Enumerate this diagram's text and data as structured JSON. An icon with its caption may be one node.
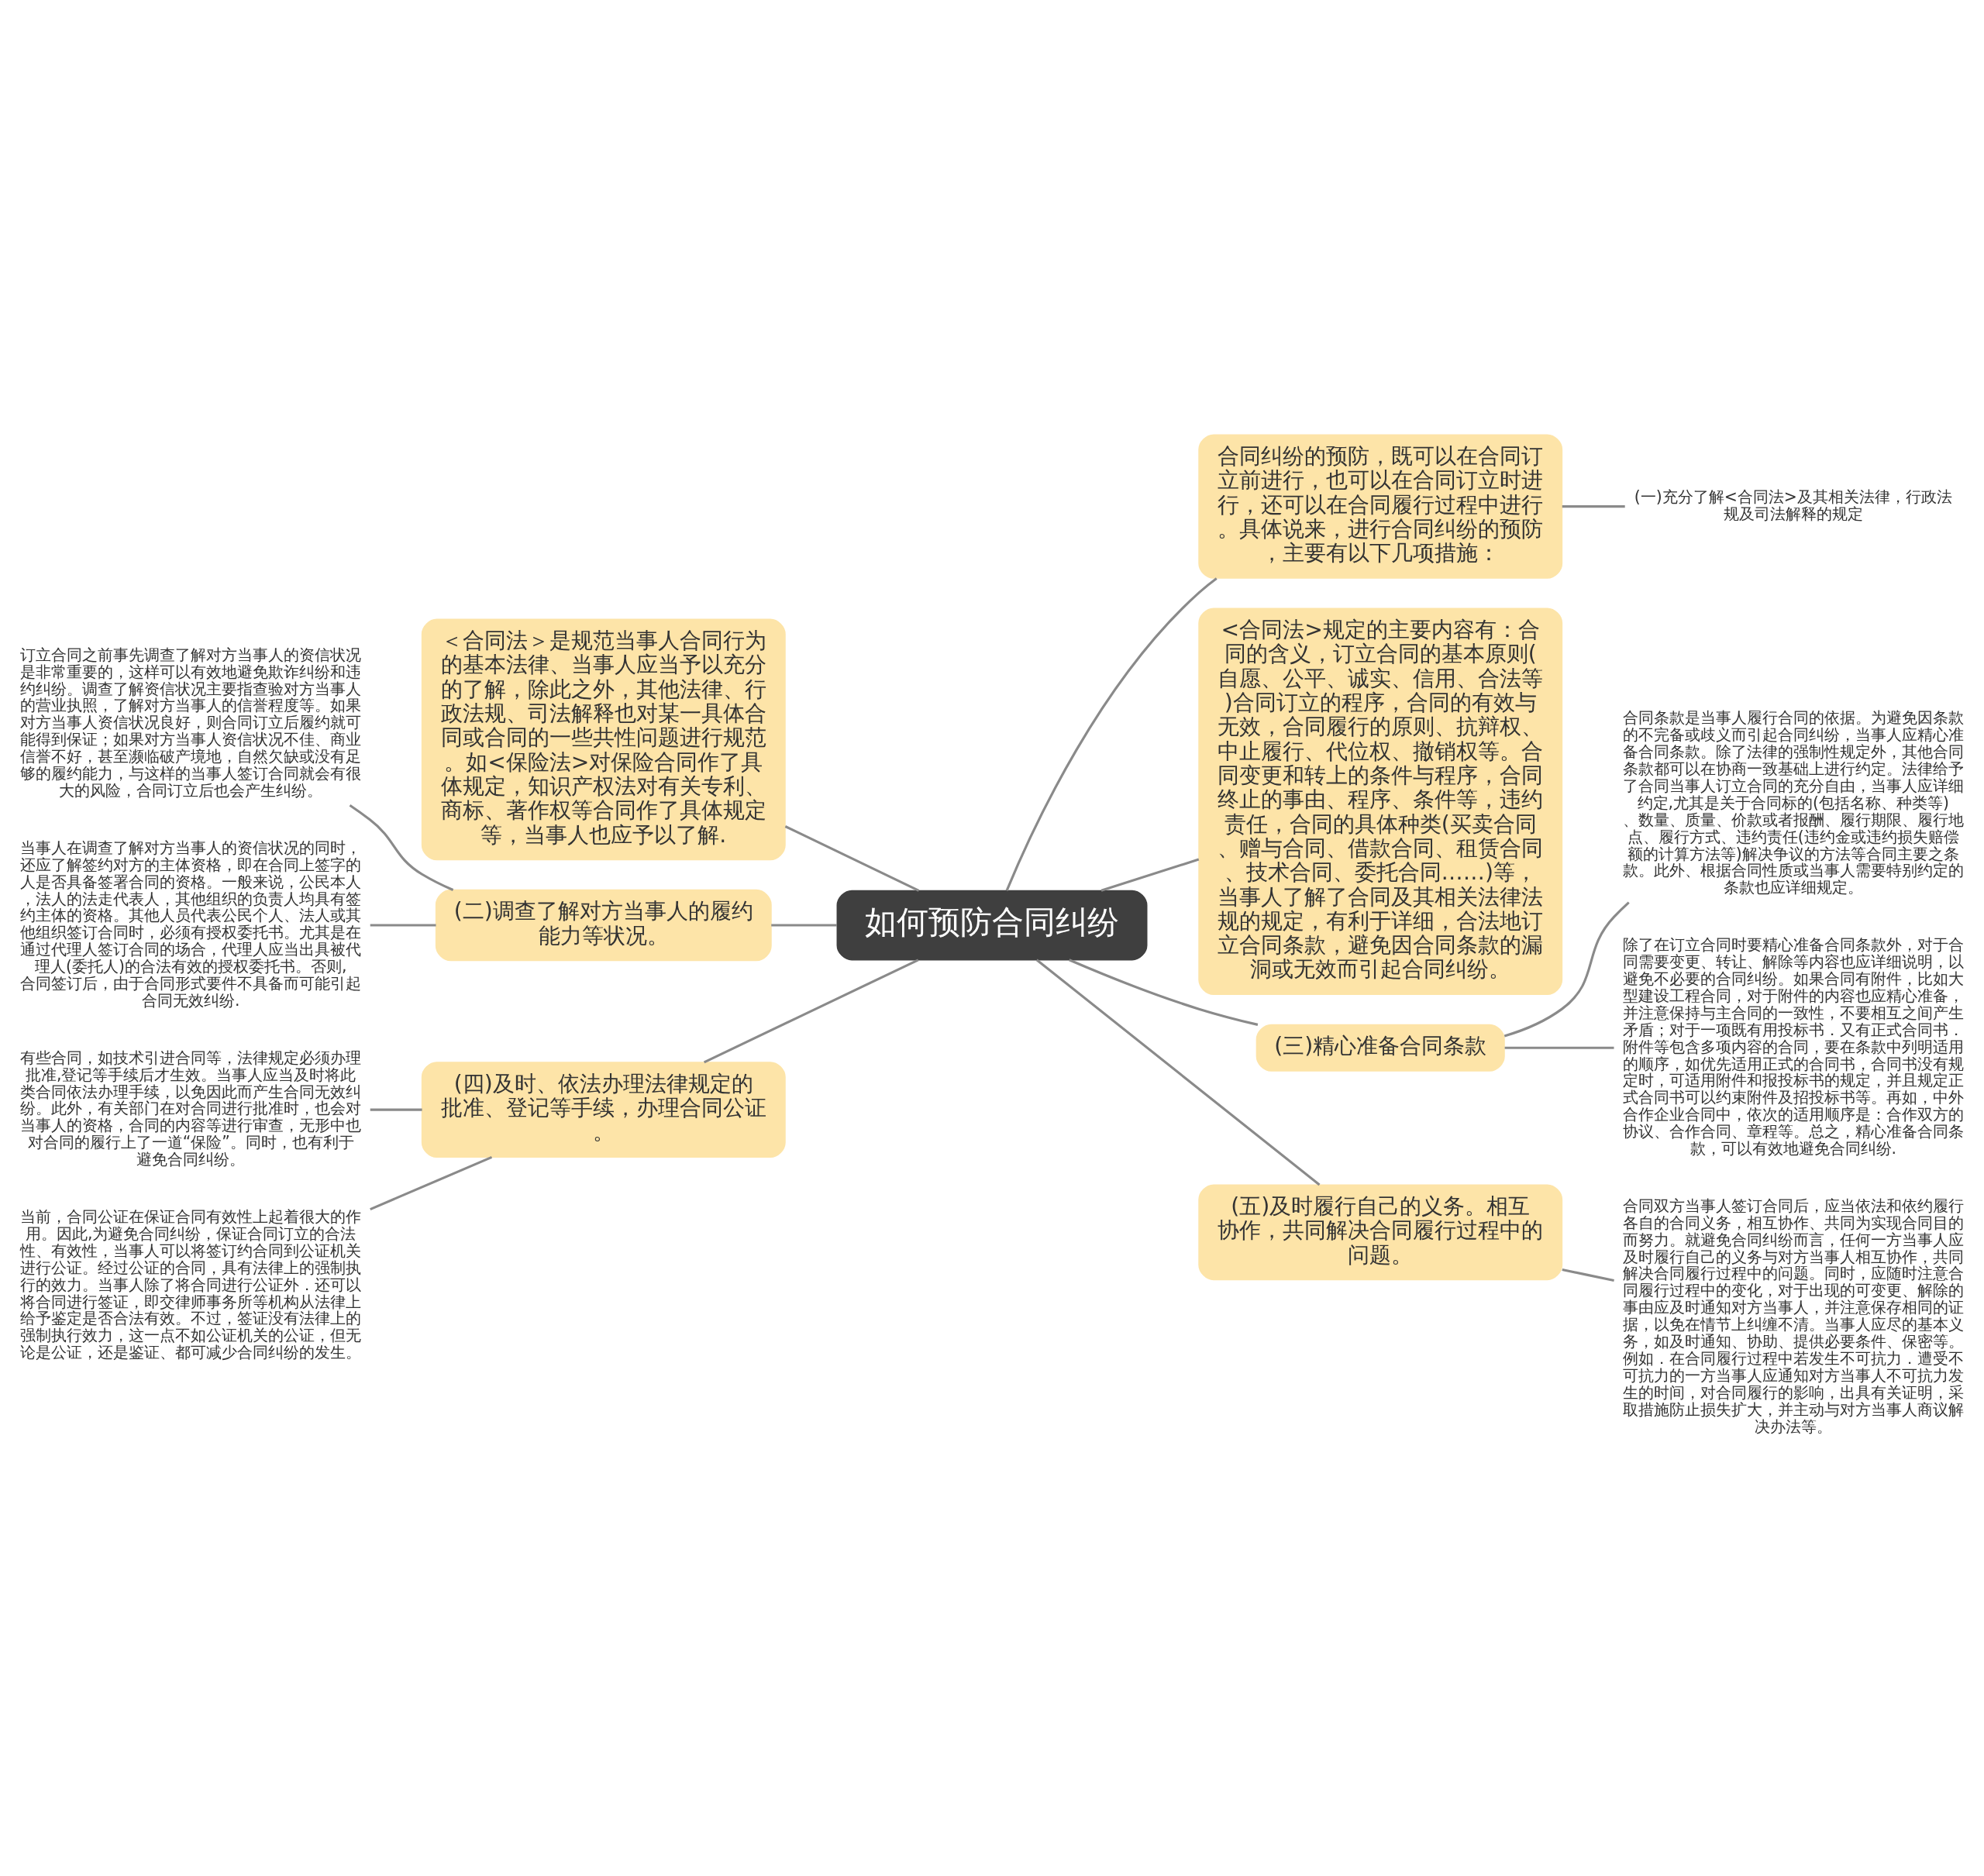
{
  "diagram": {
    "nodes": [
      {
        "text": [
          "如何预防合同纠纷"
        ]
      },
      {
        "text": [
          "合同纠纷的预防，既可以在合同订立前进行，也可以在合同订立时进行，还可以在合同履行过程中进行。具体说来，进行合同纠纷的预防，主要有以下几项措施："
        ]
      },
      {
        "text": [
          "(一)充分了解<合同法>及其相关法律，行政法规及司法解释的规定"
        ]
      },
      {
        "text": [
          "<合同法>规定的主要内容有：合同的含义，订立合同的基本原则(自愿、公平、诚实、信用、合法等)合同订立的程序，合同的有效与无效，合同履行的原则、抗辩权、中止履行、代位权、撤销权等。合同变更和转上的条件与程序，合同终止的事由、程序、条件等，违约责任，合同的具体种类(买卖合同、赠与合同、借款合同、租赁合同、技术合同、委托合同……)等，当事人了解了合同及其相关法律法规的规定，有利于详细，合法地订立合同条款，避免因合同条款的漏洞或无效而引起合同纠纷。"
        ]
      },
      {
        "text": [
          "(三)精心准备合同条款"
        ]
      },
      {
        "text": [
          "合同条款是当事人履行合同的依据。为避免因条款的不完备或歧义而引起合同纠纷，当事人应精心准备合同条款。除了法律的强制性规定外，其他合同条款都可以在协商一致基础上进行约定。法律给予了合同当事人订立合同的充分自由，当事人应详细约定,尤其是关于合同标的(包括名称、种类等)、数量、质量、价款或者报酬、履行期限、履行地点、履行方式、违约责任(违约金或违约损失赔偿额的计算方法等)解决争议的方法等合同主要之条款。此外、根据合同性质或当事人需要特别约定的条款也应详细规定。"
        ]
      },
      {
        "text": [
          "除了在订立合同时要精心准备合同条款外，对于合同需要变更、转让、解除等内容也应详细说明，以避免不必要的合同纠纷。如果合同有附件，比如大型建设工程合同，对于附件的内容也应精心准备，并注意保持与主合同的一致性，不要相互之间产生矛盾；对于一项既有用投标书．又有正式合同书．附件等包含多项内容的合同，要在条款中列明适用的顺序，如优先适用正式的合同书，合同书没有规定时，可适用附件和报投标书的规定，并且规定正式合同书可以约束附件及招投标书等。再如，中外合作企业合同中，依次的适用顺序是：合作双方的协议、合作合同、章程等。总之，精心准备合同条款，可以有效地避免合同纠纷."
        ]
      },
      {
        "text": [
          "(五)及时履行自己的义务。相互协作，共同解决合同履行过程中的问题。"
        ]
      },
      {
        "text": [
          "合同双方当事人签订合同后，应当依法和依约履行各自的合同义务，相互协作、共同为实现合同目的而努力。就避免合同纠纷而言，任何一方当事人应及时履行自己的义务与对方当事人相互协作，共同解决合同履行过程中的问题。同时，应随时注意合同履行过程中的变化，对于出现的可变更、解除的事由应及时通知对方当事人，并注意保存相同的证据，以免在情节上纠缠不清。当事人应尽的基本义务，如及时通知、协助、提供必要条件、保密等。例如．在合同履行过程中若发生不可抗力．遭受不可抗力的一方当事人应通知对方当事人不可抗力发生的时间，对合同履行的影响，出具有关证明，采取措施防止损失扩大，并主动与对方当事人商议解决办法等。"
        ]
      },
      {
        "text": [
          "＜合同法＞是规范当事人合同行为的基本法律、当事人应当予以充分的了解，除此之外，其他法律、行政法规、司法解释也对某一具体合同或合同的一些共性问题进行规范。如<保险法>对保险合同作了具体规定，知识产权法对有关专利、商标、著作权等合同作了具体规定等，当事人也应予以了解."
        ]
      },
      {
        "text": [
          "(二)调查了解对方当事人的履约能力等状况。"
        ]
      },
      {
        "text": [
          "订立合同之前事先调查了解对方当事人的资信状况是非常重要的，这样可以有效地避免欺诈纠纷和违约纠纷。调查了解资信状况主要指查验对方当事人的营业执照，了解对方当事人的信誉程度等。如果对方当事人资信状况良好，则合同订立后履约就可能得到保证；如果对方当事人资信状况不佳、商业信誉不好，甚至濒临破产境地，自然欠缺或没有足够的履约能力，与这样的当事人签订合同就会有很大的风险，合同订立后也会产生纠纷。"
        ]
      },
      {
        "text": [
          "当事人在调查了解对方当事人的资信状况的同时，还应了解签约对方的主体资格，即在合同上签字的人是否具备签署合同的资格。一般来说，公民本人，法人的法走代表人，其他组织的负责人均具有签约主体的资格。其他人员代表公民个人、法人或其他组织签订合同时，必须有授权委托书。尤其是在通过代理人签订合同的场合，代理人应当出具被代理人(委托人)的合法有效的授权委托书。否则,合同签订后，由于合同形式要件不具备而可能引起合同无效纠纷."
        ]
      },
      {
        "text": [
          "(四)及时、依法办理法律规定的批准、登记等手续，办理合同公证。"
        ]
      },
      {
        "text": [
          "有些合同，如技术引进合同等，法律规定必须办理批准,登记等手续后才生效。当事人应当及时将此类合同依法办理手续，以免因此而产生合同无效纠纷。此外，有关部门在对合同进行批准时，也会对当事人的资格，合同的内容等进行审查，无形中也对合同的履行上了一道“保险”。同时，也有利于避免合同纠纷。"
        ]
      },
      {
        "text": [
          "当前，合同公证在保证合同有效性上起着很大的作用。因此,为避免合同纠纷，保证合同订立的合法性、有效性，当事人可以将签订约合同到公证机关进行公证。经过公证的合同，具有法律上的强制执行的效力。当事人除了将合同进行公证外．还可以将合同进行签证，即交律师事务所等机构从法律上给予鉴定是否合法有效。不过，签证没有法律上的强制执行效力，这一点不如公证机关的公证，但无论是公证，还是鉴证、都可减少合同纠纷的发生。"
        ]
      }
    ],
    "edges": [
      {
        "from": 0,
        "to": 1,
        "arrow": "none"
      },
      {
        "from": 1,
        "to": 2,
        "arrow": "none"
      },
      {
        "from": 0,
        "to": 3,
        "arrow": "none"
      },
      {
        "from": 0,
        "to": 4,
        "arrow": "none"
      },
      {
        "from": 4,
        "to": 5,
        "arrow": "none"
      },
      {
        "from": 4,
        "to": 6,
        "arrow": "none"
      },
      {
        "from": 0,
        "to": 7,
        "arrow": "none"
      },
      {
        "from": 7,
        "to": 8,
        "arrow": "none"
      },
      {
        "from": 0,
        "to": 9,
        "arrow": "none"
      },
      {
        "from": 0,
        "to": 10,
        "arrow": "none"
      },
      {
        "from": 10,
        "to": 11,
        "arrow": "none"
      },
      {
        "from": 10,
        "to": 12,
        "arrow": "none"
      },
      {
        "from": 0,
        "to": 13,
        "arrow": "none"
      },
      {
        "from": 13,
        "to": 14,
        "arrow": "none"
      },
      {
        "from": 13,
        "to": 15,
        "arrow": "none"
      }
    ]
  }
}
